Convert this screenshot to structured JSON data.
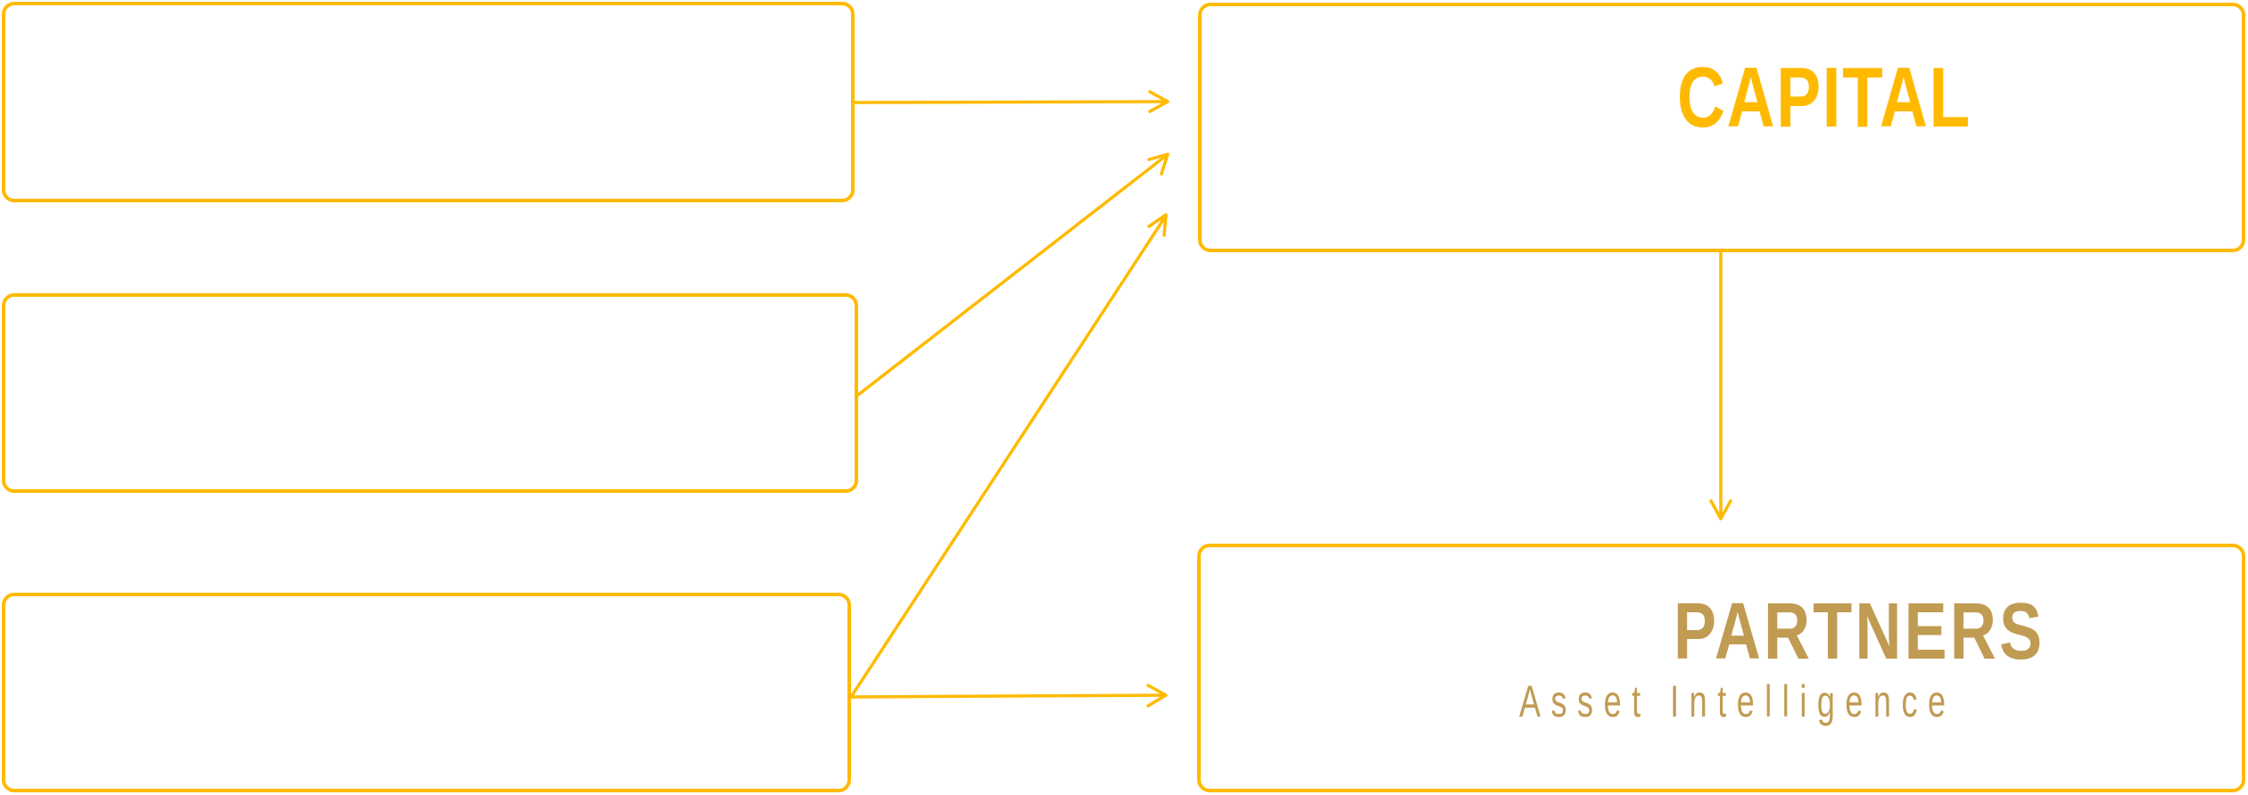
{
  "colors": {
    "stroke": "#FFBA00",
    "capital_text": "#FFBA00",
    "partners_text": "#C09B52",
    "background": "#FFFFFF"
  },
  "left_boxes": [
    {
      "id": "source-1",
      "label": ""
    },
    {
      "id": "source-2",
      "label": ""
    },
    {
      "id": "source-3",
      "label": ""
    }
  ],
  "capital_box": {
    "label": "CAPITAL"
  },
  "partners_box": {
    "label": "PARTNERS",
    "sublabel": "Asset Intelligence"
  },
  "connections": [
    {
      "from": "source-1",
      "to": "capital"
    },
    {
      "from": "source-2",
      "to": "capital"
    },
    {
      "from": "source-3",
      "to": "capital"
    },
    {
      "from": "source-3",
      "to": "partners"
    },
    {
      "from": "capital",
      "to": "partners"
    }
  ]
}
